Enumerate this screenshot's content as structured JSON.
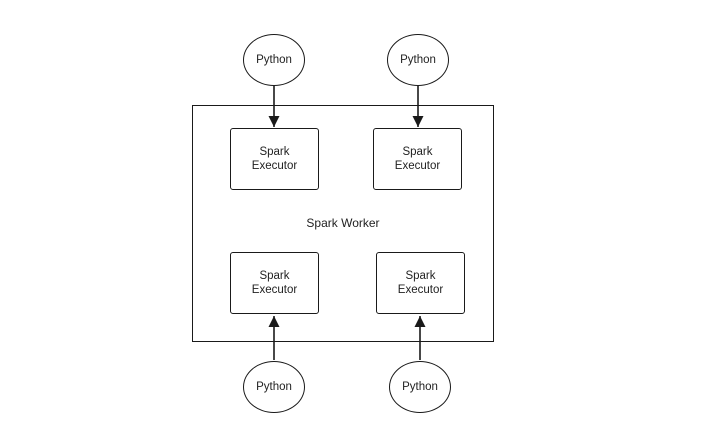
{
  "diagram": {
    "worker_label": "Spark Worker",
    "executors": [
      {
        "label": "Spark\nExecutor"
      },
      {
        "label": "Spark\nExecutor"
      },
      {
        "label": "Spark\nExecutor"
      },
      {
        "label": "Spark\nExecutor"
      }
    ],
    "python_nodes": [
      {
        "label": "Python"
      },
      {
        "label": "Python"
      },
      {
        "label": "Python"
      },
      {
        "label": "Python"
      }
    ],
    "edges": [
      {
        "from": "python-0",
        "to": "executor-0"
      },
      {
        "from": "python-1",
        "to": "executor-1"
      },
      {
        "from": "python-2",
        "to": "executor-2"
      },
      {
        "from": "python-3",
        "to": "executor-3"
      }
    ],
    "colors": {
      "stroke": "#1a1a1a",
      "text": "#222222",
      "background": "#ffffff"
    }
  }
}
